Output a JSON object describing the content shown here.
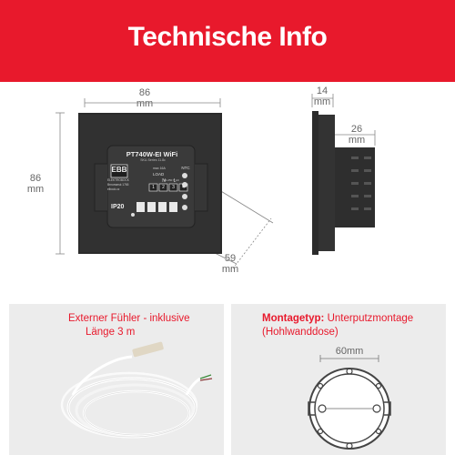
{
  "banner": {
    "title": "Technische Info",
    "color": "#e8192c"
  },
  "front": {
    "width_value": "86",
    "width_unit": "mm",
    "height_value": "86",
    "height_unit": "mm",
    "depth_value": "59",
    "depth_unit": "mm",
    "label": {
      "model": "PT740W-EI WiFi",
      "spec_line": "SKU-Series 11.8c",
      "brand": "EBB",
      "brand_sub": "ELEKTROBOCK",
      "city": "Brnomarsk 1765",
      "web": "elbock.cz",
      "load_line_1": "max 16A",
      "load_line_2": "LOAD",
      "voltage": "90-250 V AC",
      "ntc": "NTC",
      "terminals": [
        "1",
        "2",
        "3",
        "4"
      ],
      "terminal_marks": [
        "N",
        "L"
      ],
      "ip": "IP20"
    }
  },
  "side": {
    "depth_total_value": "14",
    "depth_total_unit": "mm",
    "depth_inset_value": "26",
    "depth_inset_unit": "mm"
  },
  "sensor_panel": {
    "caption_line_1": "Externer Fühler - inklusive",
    "caption_line_2": "Länge 3 m"
  },
  "box_panel": {
    "label_bold": "Montagetyp:",
    "label_value": "Unterputzmontage",
    "label_line_2": "(Hohlwanddose)",
    "diameter_value": "60mm"
  }
}
